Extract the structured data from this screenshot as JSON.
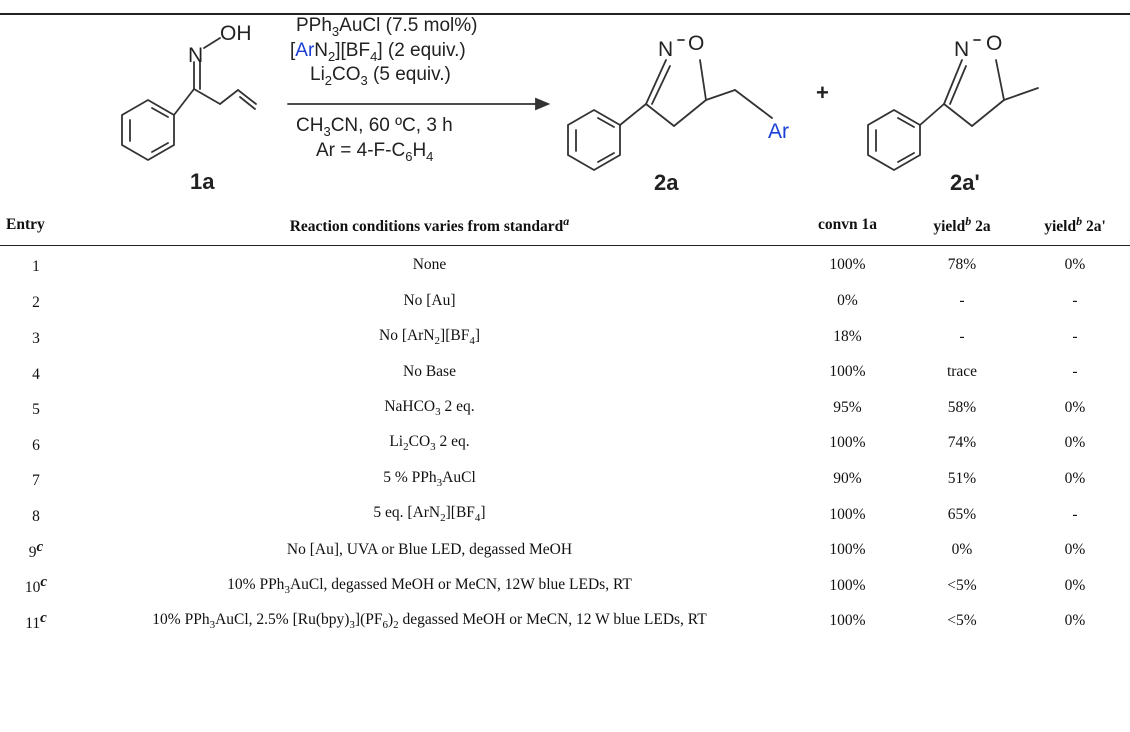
{
  "scheme": {
    "reactant_label": "1a",
    "product1_label": "2a",
    "product2_label": "2a'",
    "plus": "+",
    "reactant_atoms": {
      "n": "N",
      "oh": "OH"
    },
    "product_atoms": {
      "n": "N",
      "o": "O",
      "ar": "Ar"
    },
    "conditions": [
      {
        "pre": "PPh",
        "sub": "3",
        "post": "AuCl (7.5 mol%)"
      },
      {
        "pre": "[",
        "blue": "Ar",
        "mid": "N",
        "sub1": "2",
        "mid2": "][BF",
        "sub2": "4",
        "post": "] (2 equiv.)"
      },
      {
        "pre": "Li",
        "sub1": "2",
        "mid": "CO",
        "sub2": "3",
        "post": " (5 equiv.)"
      },
      {
        "pre": "CH",
        "sub1": "3",
        "mid": "CN, 60 ºC, 3 h"
      },
      {
        "pre": "Ar = 4-F-C",
        "sub1": "6",
        "mid": "H",
        "sub2": "4"
      }
    ]
  },
  "table": {
    "headers": {
      "entry": "Entry",
      "conditions": "Reaction conditions varies from standard",
      "conditions_sup": "a",
      "conversion": "convn 1a",
      "yield_word": "yield",
      "yield_sup": "b",
      "yield_2a": " 2a",
      "yield_2a_prime": " 2a'"
    },
    "rows": [
      {
        "entry": "1",
        "sup": "",
        "conditions": "None",
        "conv": "100%",
        "y2a": "78%",
        "y2ap": "0%"
      },
      {
        "entry": "2",
        "sup": "",
        "conditions": "No [Au]",
        "conv": "0%",
        "y2a": "-",
        "y2ap": "-"
      },
      {
        "entry": "3",
        "sup": "",
        "conditions": "No [ArN2][BF4]",
        "conv": "18%",
        "y2a": "-",
        "y2ap": "-"
      },
      {
        "entry": "4",
        "sup": "",
        "conditions": "No Base",
        "conv": "100%",
        "y2a": "trace",
        "y2ap": "-"
      },
      {
        "entry": "5",
        "sup": "",
        "conditions": "NaHCO3 2 eq.",
        "conv": "95%",
        "y2a": "58%",
        "y2ap": "0%"
      },
      {
        "entry": "6",
        "sup": "",
        "conditions": "Li2CO3 2 eq.",
        "conv": "100%",
        "y2a": "74%",
        "y2ap": "0%"
      },
      {
        "entry": "7",
        "sup": "",
        "conditions": "5 % PPh3AuCl",
        "conv": "90%",
        "y2a": "51%",
        "y2ap": "0%"
      },
      {
        "entry": "8",
        "sup": "",
        "conditions": "5 eq. [ArN2][BF4]",
        "conv": "100%",
        "y2a": "65%",
        "y2ap": "-"
      },
      {
        "entry": "9",
        "sup": "c",
        "conditions": "No [Au], UVA or Blue LED, degassed MeOH",
        "conv": "100%",
        "y2a": "0%",
        "y2ap": "0%"
      },
      {
        "entry": "10",
        "sup": "c",
        "conditions": "10% PPh3AuCl, degassed MeOH or MeCN, 12W blue LEDs, RT",
        "conv": "100%",
        "y2a": "<5%",
        "y2ap": "0%"
      },
      {
        "entry": "11",
        "sup": "c",
        "conditions": "10% PPh3AuCl, 2.5% [Ru(bpy)3](PF6)2 degassed MeOH or MeCN, 12 W blue LEDs, RT",
        "conv": "100%",
        "y2a": "<5%",
        "y2ap": "0%"
      }
    ]
  }
}
